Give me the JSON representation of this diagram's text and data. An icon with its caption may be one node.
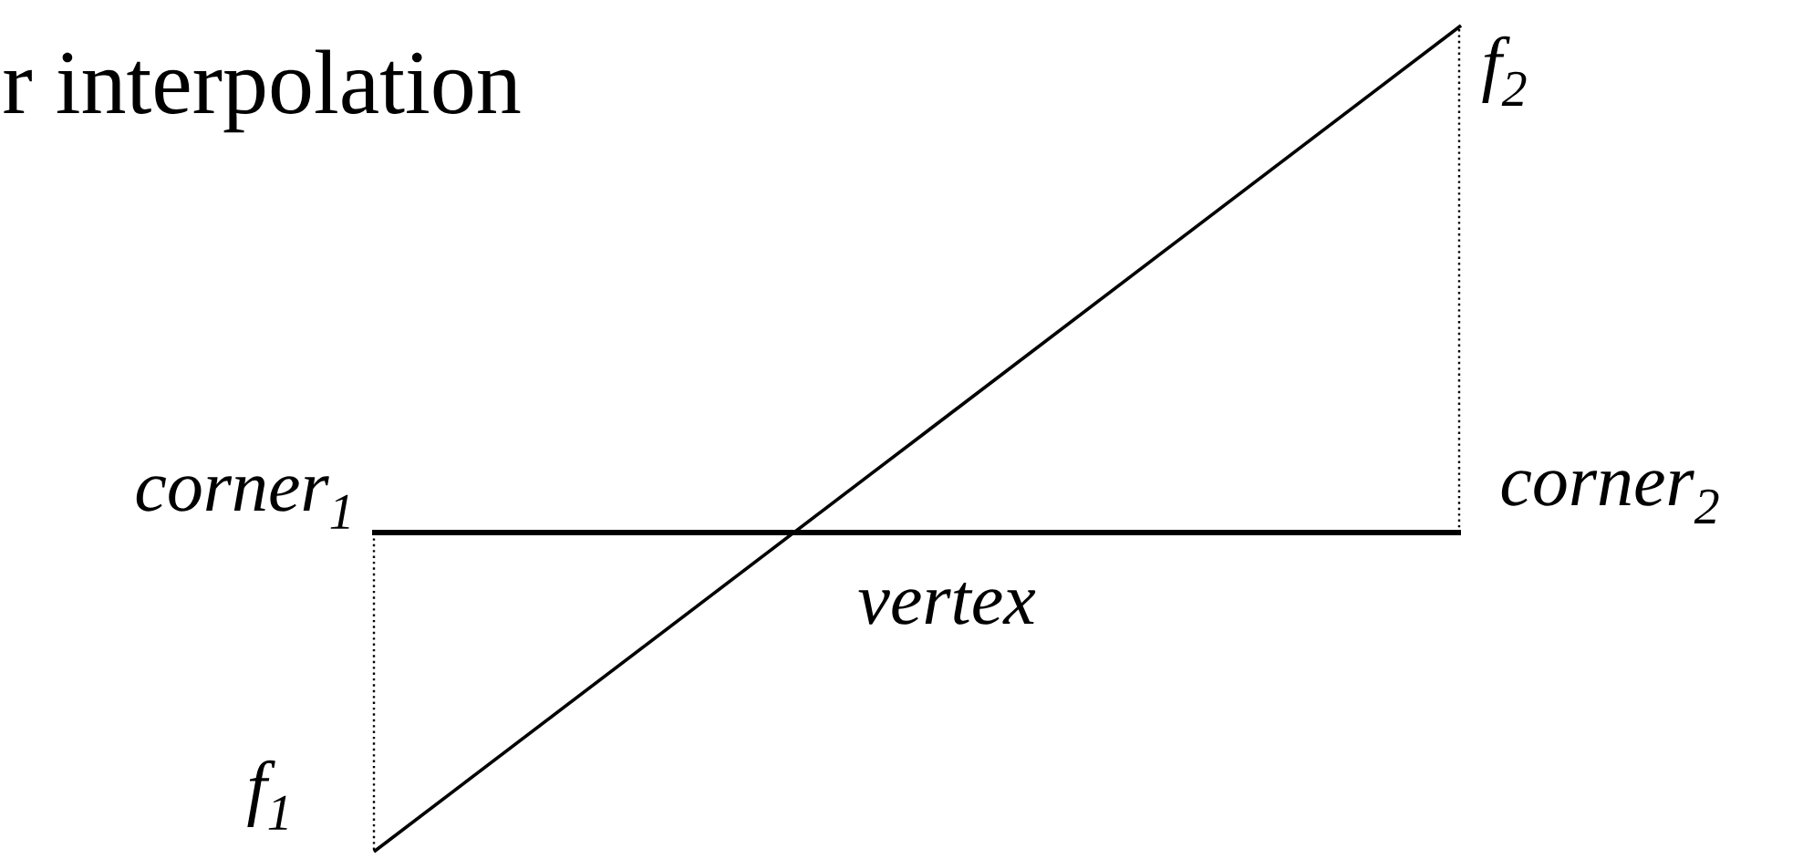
{
  "diagram": {
    "title": "r interpolation",
    "labels": [
      "f$_{2}$",
      "corner$_{1}$",
      "corner$_{2}$",
      "vertex",
      "f$_{1}$"
    ]
  }
}
